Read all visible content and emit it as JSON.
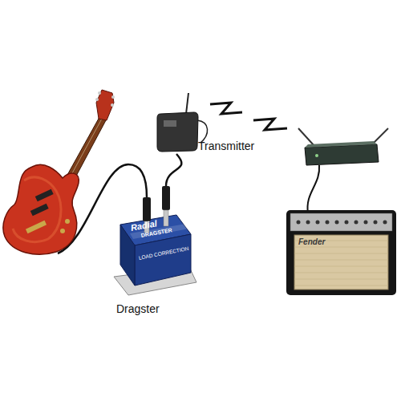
{
  "diagram": {
    "nodes": [
      {
        "text": [
          "Transmitter"
        ]
      },
      {
        "text": [
          "Dragster"
        ]
      }
    ],
    "edges": [
      {
        "from": 1,
        "to": 0,
        "arrow": "none"
      }
    ],
    "labels": [
      "Radial",
      "DRAGSTER",
      "LOAD CORRECTION",
      "Fender"
    ]
  }
}
